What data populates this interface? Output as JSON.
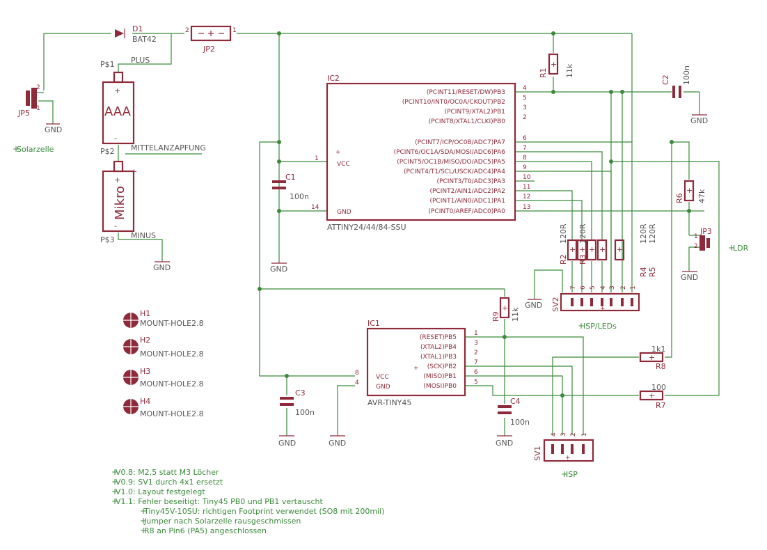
{
  "labels": {
    "d1_name": "D1",
    "d1_value": "BAT42",
    "jp2": "JP2",
    "jp5": "JP5",
    "jp3": "JP3",
    "plus": "PLUS",
    "mittel": "MITTELANZAPFUNG",
    "minus": "MINUS",
    "ps1": "P$1",
    "ps2": "P$2",
    "ps3": "P$3",
    "aaa": "AAA",
    "mikro": "Mikro",
    "solarzelle": "Solarzelle",
    "gnd": "GND",
    "ic2": "IC2",
    "ic2_value": "ATTINY24/44/84-SSU",
    "ic1": "IC1",
    "ic1_value": "AVR-TINY45",
    "vcc": "VCC",
    "c1": "C1",
    "c2": "C2",
    "c3": "C3",
    "c4": "C4",
    "cap_value": "100n",
    "r1": "R1",
    "r9": "R9",
    "r6": "R6",
    "r7": "R7",
    "r8": "R8",
    "r2": "R2",
    "r3": "R3",
    "r4": "R4",
    "r5": "R5",
    "v11k": "11k",
    "v47k": "47k",
    "v1k1": "1k1",
    "v100": "100",
    "v120r": "120R",
    "sv1": "SV1",
    "sv2": "SV2",
    "isp_leds": "ISP/LEDs",
    "isp": "ISP",
    "ldr": "LDR",
    "h1": "H1",
    "h2": "H2",
    "h3": "H3",
    "h4": "H4",
    "hole": "MOUNT-HOLE2.8"
  },
  "ic2_pins": [
    {
      "name": "(PCINT11/RESET/DW)PB3",
      "num": "4"
    },
    {
      "name": "(PCINT10/INT0/OC0A/CKOUT)PB2",
      "num": "5"
    },
    {
      "name": "(PCINT9/XTAL2)PB1",
      "num": "3"
    },
    {
      "name": "(PCINT8/XTAL1/CLKI)PB0",
      "num": "2"
    },
    {
      "name": "(PCINT7/ICP/OC0B/ADC7)PA7",
      "num": "6"
    },
    {
      "name": "(PCINT6/OC1A/SDA/MOSI/ADC6)PA6",
      "num": "7"
    },
    {
      "name": "(PCINT5/OC1B/MISO/DO/ADC5)PA5",
      "num": "8"
    },
    {
      "name": "(PCINT4/T1/SCL/USCK/ADC4)PA4",
      "num": "9"
    },
    {
      "name": "(PCINT3/T0/ADC3)PA3",
      "num": "10"
    },
    {
      "name": "(PCINT2/AIN1/ADC2)PA2",
      "num": "11"
    },
    {
      "name": "(PCINT1/AIN0/ADC1)PA1",
      "num": "12"
    },
    {
      "name": "(PCINT0/AREF/ADC0)PA0",
      "num": "13"
    }
  ],
  "ic2_left_pins": {
    "vcc_num": "1",
    "gnd_num": "14"
  },
  "ic1_pins": [
    {
      "name": "(RESET)PB5",
      "num": "1"
    },
    {
      "name": "(XTAL2)PB4",
      "num": "3"
    },
    {
      "name": "(XTAL1)PB3",
      "num": "2"
    },
    {
      "name": "(SCK)PB2",
      "num": "7"
    },
    {
      "name": "(MISO)PB1",
      "num": "6"
    },
    {
      "name": "(MOSI)PB0",
      "num": "5"
    }
  ],
  "ic1_left_pins": {
    "vcc_num": "8",
    "gnd_num": "4"
  },
  "sv2_pins": [
    "7",
    "6",
    "5",
    "4",
    "3",
    "2",
    "1"
  ],
  "sv1_pins": [
    "4",
    "3",
    "2",
    "1"
  ],
  "jp_pins": {
    "jp2_left": "2",
    "jp2_right": "1",
    "jp5_top": "2",
    "jp5_bottom": "1",
    "jp3_top": "1",
    "jp3_bottom": "2"
  },
  "notes": [
    "V0.8: M2,5 statt M3 Löcher",
    "V0.9: SV1 durch 4x1 ersetzt",
    "V1.0: Layout festgelegt",
    "V1.1: Fehler beseitigt: Tiny45 PB0 und PB1 vertauscht",
    "Tiny45V-10SU: richtigen Footprint verwendet (SO8 mit 200mil)",
    "Jumper nach Solarzelle rausgeschmissen",
    "R8 an Pin6 (PA5) angeschlossen"
  ],
  "colors": {
    "wire": "#3a8a3a",
    "part": "#8e2a3a",
    "text": "#555555",
    "background": "#ffffff"
  }
}
